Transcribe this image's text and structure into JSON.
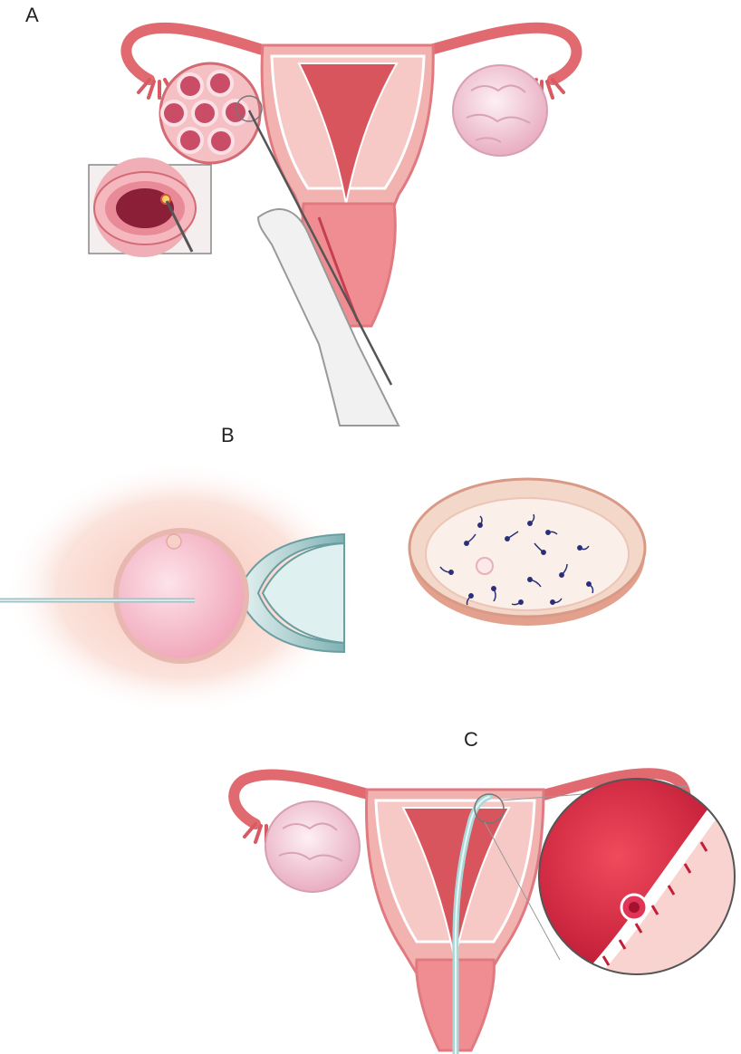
{
  "panels": {
    "a": {
      "label": "A"
    },
    "b": {
      "label": "B"
    },
    "c": {
      "label": "C"
    }
  },
  "colors": {
    "uterus_outer": "#f2b3b0",
    "uterus_inner": "#d9555e",
    "endometrium": "#e98a8c",
    "tube": "#e06a6f",
    "ovary_stimulated": "#f7d6df",
    "follicle": "#c94d66",
    "egg": "#f4a9bc",
    "pipette": "#cfe3e4",
    "catheter": "#a9d8d8",
    "needle": "#555555",
    "dish": "#f3d7c9",
    "sperm": "#2b2f7a",
    "magnified_wall": "#d8263e"
  }
}
